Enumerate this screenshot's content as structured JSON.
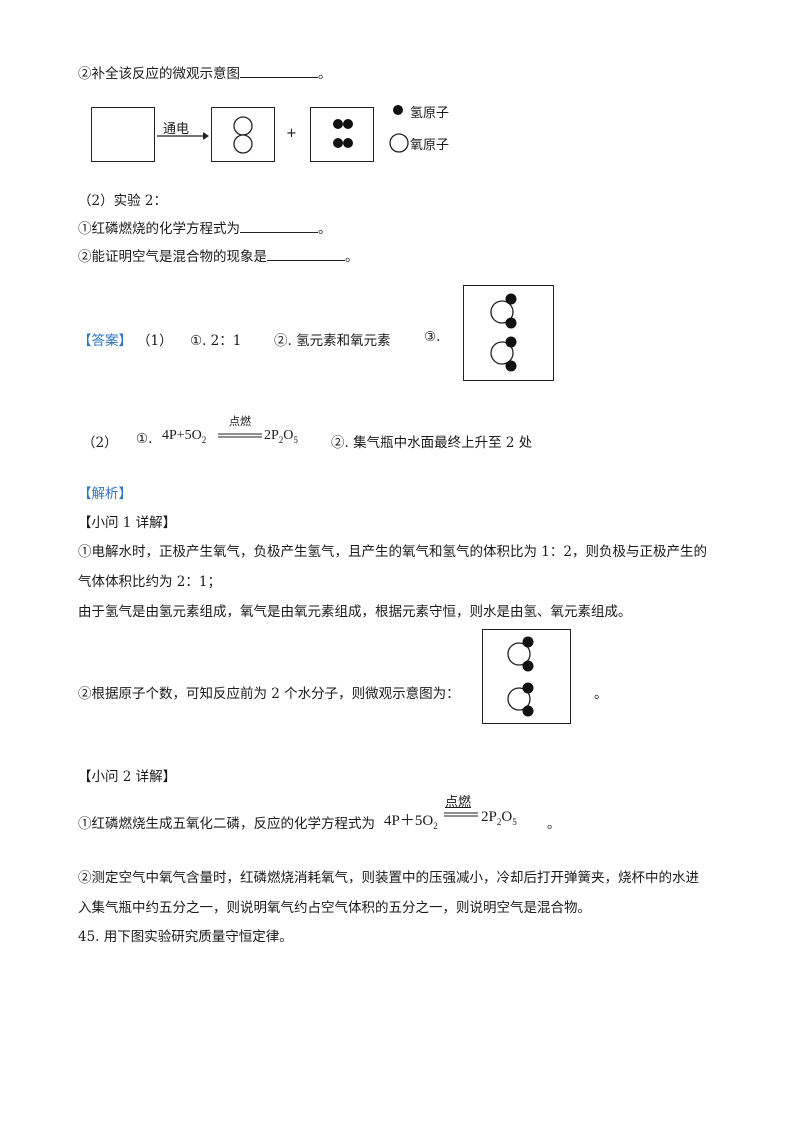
{
  "q1_part2": {
    "prefix": "②补全该反应的微观示意图",
    "suffix": "。"
  },
  "diagram1": {
    "arrow_label": "通电",
    "plus": "+",
    "legend_h": "氢原子",
    "legend_o": "氧原子"
  },
  "q2_heading": "（2）实验 2：",
  "q2_line1": {
    "prefix": "①红磷燃烧的化学方程式为",
    "suffix": "。"
  },
  "q2_line2": {
    "prefix": "②能证明空气是混合物的现象是",
    "suffix": "。"
  },
  "answer": {
    "tag": "【答案】",
    "part1_num": "（1）",
    "a1": "①. 2：1",
    "a2": "②. 氢元素和氧元素",
    "a3": "③.",
    "part2_num": "（2）",
    "b1": "①.",
    "b2": "②. 集气瓶中水面最终上升至 2 处"
  },
  "equation": {
    "lhs_a": "4P+5O",
    "lhs_sub": "2",
    "condition": "点燃",
    "rhs_a": "2P",
    "rhs_sub1": "2",
    "rhs_b": "O",
    "rhs_sub2": "5"
  },
  "analysis": {
    "tag": "【解析】",
    "sub1_title": "【小问 1 详解】",
    "p1_line1": "①电解水时，正极产生氧气，负极产生氢气，且产生的氧气和氢气的体积比为 1：2，则负极与正极产生的",
    "p1_line2": "气体体积比约为 2：1；",
    "p2": "由于氢气是由氢元素组成，氧气是由氧元素组成，根据元素守恒，则水是由氢、氧元素组成。",
    "p3": "②根据原子个数，可知反应前为 2 个水分子，则微观示意图为：",
    "p3_end": "。",
    "sub2_title": "【小问 2 详解】",
    "p4_prefix": "①红磷燃烧生成五氧化二磷，反应的化学方程式为",
    "p4_suffix": "。",
    "eq2": {
      "lhs_a": "4P＋5O",
      "lhs_sub": "2",
      "condition": "点燃",
      "rhs_a": "2P",
      "rhs_sub1": "2",
      "rhs_b": "O",
      "rhs_sub2": "5"
    },
    "p5_line1": "②测定空气中氧气含量时，红磷燃烧消耗氧气，则装置中的压强减小，冷却后打开弹簧夹，烧杯中的水进",
    "p5_line2": "入集气瓶中约五分之一，则说明氧气约占空气体积的五分之一，则说明空气是混合物。"
  },
  "next_question": "45. 用下图实验研究质量守恒定律。"
}
